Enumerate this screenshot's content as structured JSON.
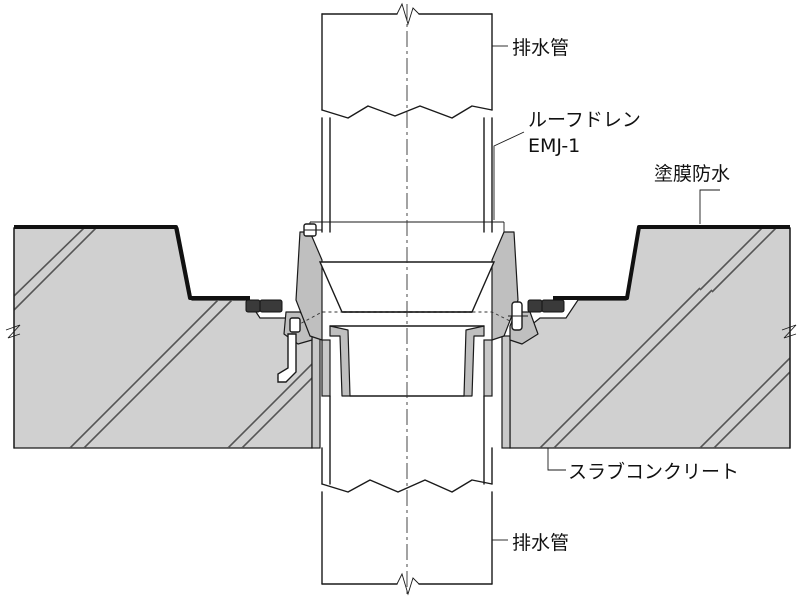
{
  "labels": {
    "drain_pipe_top": "排水管",
    "roof_drain": "ルーフドレン",
    "model": "EMJ-1",
    "coating_waterproof": "塗膜防水",
    "slab_concrete": "スラブコンクリート",
    "drain_pipe_bottom": "排水管"
  },
  "colors": {
    "concrete": "#d0d0d0",
    "metal": "#bfbfbf",
    "waterproof_membrane": "#111111",
    "line": "#1a1a1a"
  }
}
